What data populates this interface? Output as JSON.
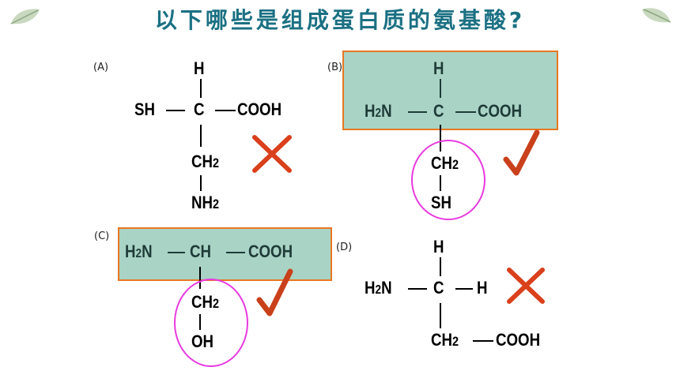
{
  "title": "以下哪些是组成蛋白质的氨基酸?",
  "colors": {
    "title": "#1b7083",
    "box_fill": "#a9d3c4",
    "box_border": "#e87722",
    "cross": "#d9401b",
    "check": "#c9401b",
    "circle": "#e83ae0"
  },
  "options": {
    "a": {
      "label": "(A)",
      "top": "H",
      "left": "SH",
      "center": "C",
      "right": "COOH",
      "below": "CH",
      "below_sub": "2",
      "bottom": "NH",
      "bottom_sub": "2",
      "mark": "cross"
    },
    "b": {
      "label": "(B)",
      "top": "H",
      "left": "H",
      "left_sub": "2",
      "left_tail": "N",
      "center": "C",
      "right": "COOH",
      "below": "CH",
      "below_sub": "2",
      "bottom": "SH",
      "mark": "check"
    },
    "c": {
      "label": "(C)",
      "left": "H",
      "left_sub": "2",
      "left_tail": "N",
      "center": "CH",
      "right": "COOH",
      "below": "CH",
      "below_sub": "2",
      "bottom": "OH",
      "mark": "check"
    },
    "d": {
      "label": "(D)",
      "top": "H",
      "left": "H",
      "left_sub": "2",
      "left_tail": "N",
      "center": "C",
      "right": "H",
      "below": "CH",
      "below_sub": "2",
      "below_right": "COOH",
      "mark": "cross"
    }
  }
}
